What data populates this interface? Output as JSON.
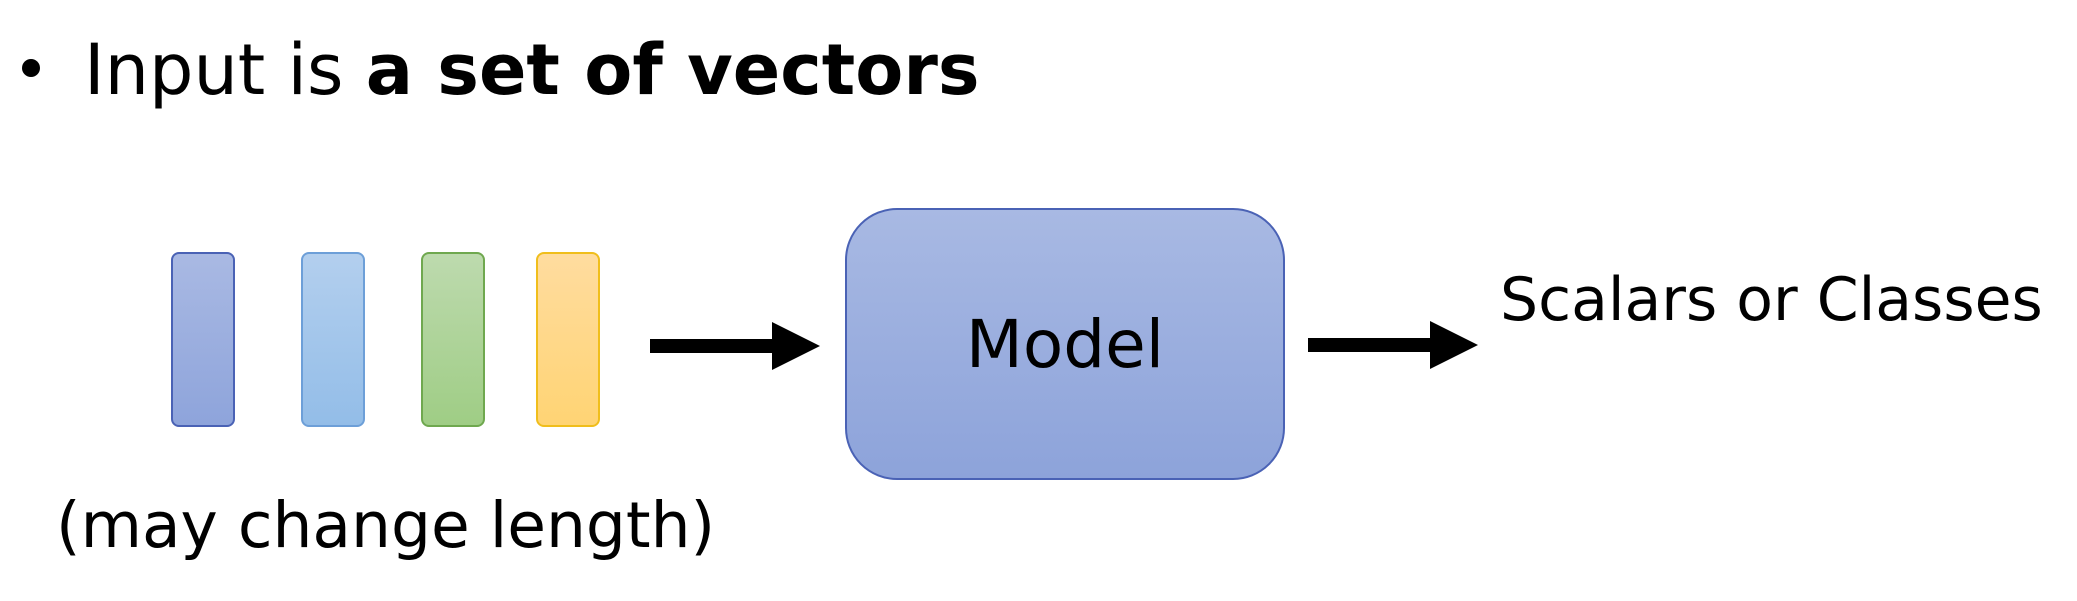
{
  "headline": {
    "prefix": "Input is ",
    "emphasis": "a set of vectors"
  },
  "vectors": [
    {
      "name": "vector-1",
      "fill_top": "#a9b9e3",
      "fill_bottom": "#8ea4db",
      "border": "#4a62b5"
    },
    {
      "name": "vector-2",
      "fill_top": "#b3cfee",
      "fill_bottom": "#93bde8",
      "border": "#6d9fd8"
    },
    {
      "name": "vector-3",
      "fill_top": "#bddaae",
      "fill_bottom": "#9fcd85",
      "border": "#6fa84f"
    },
    {
      "name": "vector-4",
      "fill_top": "#ffdc9f",
      "fill_bottom": "#ffd474",
      "border": "#f0be1c"
    }
  ],
  "vectors_note": "(may change length)",
  "model": {
    "label": "Model",
    "fill_top": "#a8b9e3",
    "fill_bottom": "#8da3da",
    "border": "#4a62b5"
  },
  "output": {
    "label": "Scalars or Classes"
  },
  "colors": {
    "arrow": "#000000",
    "text": "#000000",
    "background": "#ffffff"
  }
}
